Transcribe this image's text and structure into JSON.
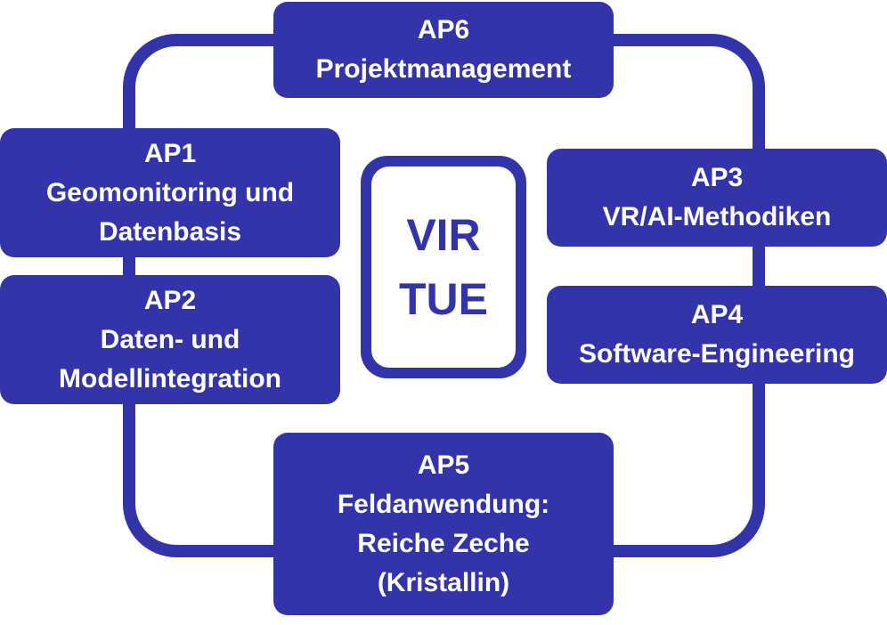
{
  "colors": {
    "primary": "#3333aa",
    "text_on_primary": "#ffffff",
    "background": "#ffffff"
  },
  "center": {
    "line1": "VIR",
    "line2": "TUE"
  },
  "boxes": {
    "ap6": {
      "id": "AP6",
      "lines": [
        "Projektmanagement"
      ]
    },
    "ap1": {
      "id": "AP1",
      "lines": [
        "Geomonitoring und",
        "Datenbasis"
      ]
    },
    "ap2": {
      "id": "AP2",
      "lines": [
        "Daten- und",
        "Modellintegration"
      ]
    },
    "ap3": {
      "id": "AP3",
      "lines": [
        "VR/AI-Methodiken"
      ]
    },
    "ap4": {
      "id": "AP4",
      "lines": [
        "Software-Engineering"
      ]
    },
    "ap5": {
      "id": "AP5",
      "lines": [
        "Feldanwendung:",
        "Reiche Zeche",
        "(Kristallin)"
      ]
    }
  }
}
